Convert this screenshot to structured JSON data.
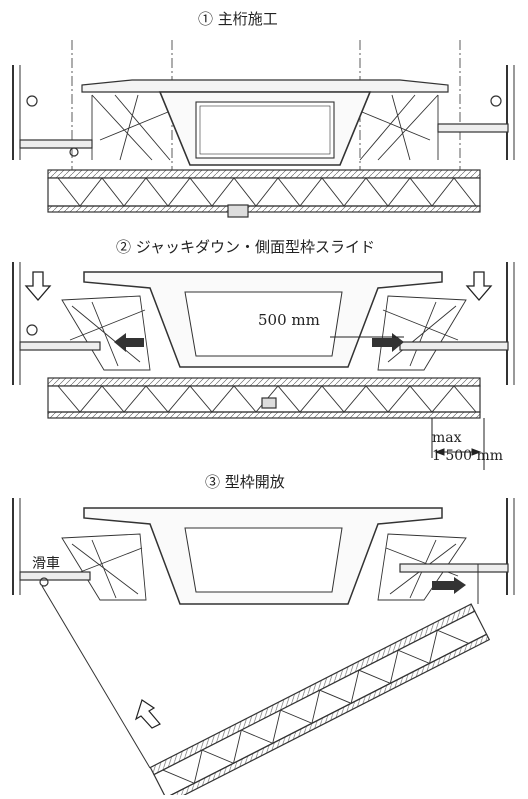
{
  "steps": [
    {
      "number": "①",
      "title": "主桁施工"
    },
    {
      "number": "②",
      "title": "ジャッキダウン・側面型枠スライド"
    },
    {
      "number": "③",
      "title": "型枠開放"
    }
  ],
  "dimensions": {
    "slide": "500 mm",
    "open_label": "max",
    "open_value": "1 500 mm"
  },
  "parts": {
    "pulley": "滑車"
  }
}
